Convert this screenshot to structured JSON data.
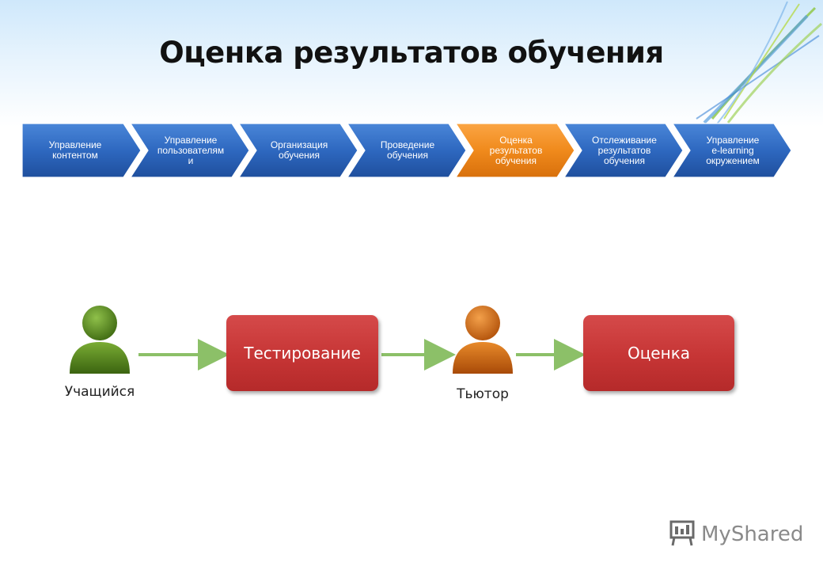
{
  "title": "Оценка результатов обучения",
  "steps": [
    {
      "label": "Управление контентом",
      "active": false
    },
    {
      "label": "Управление\nпользователям\nи",
      "active": false
    },
    {
      "label": "Организация\nобучения",
      "active": false
    },
    {
      "label": "Проведение\nобучения",
      "active": false
    },
    {
      "label": "Оценка\nрезультатов\nобучения",
      "active": true
    },
    {
      "label": "Отслеживание\nрезультатов\nобучения",
      "active": false
    },
    {
      "label": "Управление\ne-learning\nокружением",
      "active": false
    }
  ],
  "flow": {
    "learner_label": "Учащийся",
    "testing_label": "Тестирование",
    "tutor_label": "Тьютор",
    "assessment_label": "Оценка"
  },
  "logo_text": "MyShared",
  "colors": {
    "step_blue": "#2f6cc4",
    "step_active": "#f08a1c",
    "box_red": "#c63535",
    "learner_green": "#5c8a1e",
    "tutor_orange": "#d4680f",
    "arrow_green": "#8cc068"
  }
}
